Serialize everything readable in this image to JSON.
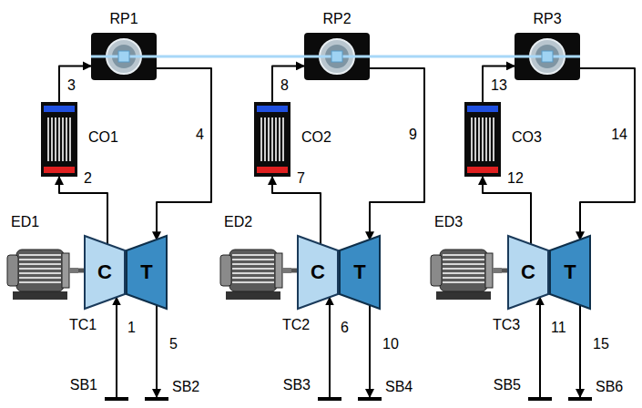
{
  "diagram": {
    "nodes": [
      {
        "text": [
          "RP1"
        ]
      },
      {
        "text": [
          "RP2"
        ]
      },
      {
        "text": [
          "RP3"
        ]
      },
      {
        "text": [
          "CO1"
        ]
      },
      {
        "text": [
          "CO2"
        ]
      },
      {
        "text": [
          "CO3"
        ]
      },
      {
        "text": [
          "ED1"
        ]
      },
      {
        "text": [
          "ED2"
        ]
      },
      {
        "text": [
          "ED3"
        ]
      },
      {
        "text": [
          "C"
        ]
      },
      {
        "text": [
          "T"
        ]
      },
      {
        "text": [
          "C"
        ]
      },
      {
        "text": [
          "T"
        ]
      },
      {
        "text": [
          "C"
        ]
      },
      {
        "text": [
          "T"
        ]
      },
      {
        "text": [
          "SB1"
        ]
      },
      {
        "text": [
          "SB2"
        ]
      },
      {
        "text": [
          "SB3"
        ]
      },
      {
        "text": [
          "SB4"
        ]
      },
      {
        "text": [
          "SB5"
        ]
      },
      {
        "text": [
          "SB6"
        ]
      }
    ],
    "edges": [
      {
        "from": 15,
        "to": 9,
        "arrow": "to",
        "label": "1"
      },
      {
        "from": 9,
        "to": 3,
        "arrow": "to",
        "label": "2"
      },
      {
        "from": 3,
        "to": 0,
        "arrow": "to",
        "label": "3"
      },
      {
        "from": 0,
        "to": 10,
        "arrow": "to",
        "label": "4"
      },
      {
        "from": 10,
        "to": 16,
        "arrow": "to",
        "label": "5"
      },
      {
        "from": 6,
        "to": 9,
        "arrow": "none"
      },
      {
        "from": 17,
        "to": 11,
        "arrow": "to",
        "label": "6"
      },
      {
        "from": 11,
        "to": 4,
        "arrow": "to",
        "label": "7"
      },
      {
        "from": 4,
        "to": 1,
        "arrow": "to",
        "label": "8"
      },
      {
        "from": 1,
        "to": 12,
        "arrow": "to",
        "label": "9"
      },
      {
        "from": 12,
        "to": 18,
        "arrow": "to",
        "label": "10"
      },
      {
        "from": 7,
        "to": 11,
        "arrow": "none"
      },
      {
        "from": 19,
        "to": 13,
        "arrow": "to",
        "label": "11"
      },
      {
        "from": 13,
        "to": 5,
        "arrow": "to",
        "label": "12"
      },
      {
        "from": 5,
        "to": 2,
        "arrow": "to",
        "label": "13"
      },
      {
        "from": 2,
        "to": 14,
        "arrow": "to",
        "label": "14"
      },
      {
        "from": 14,
        "to": 20,
        "arrow": "to",
        "label": "15"
      },
      {
        "from": 8,
        "to": 13,
        "arrow": "none"
      },
      {
        "from": 0,
        "to": 1,
        "arrow": "none"
      },
      {
        "from": 1,
        "to": 2,
        "arrow": "none"
      }
    ],
    "labels": [
      "TC1",
      "TC2",
      "TC3"
    ]
  }
}
